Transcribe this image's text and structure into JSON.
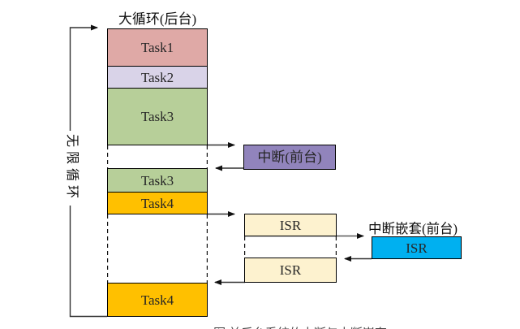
{
  "diagram": {
    "title": "大循环(后台)",
    "loop_label": "无限循环",
    "background_tasks": [
      {
        "label": "Task1",
        "color": "#dfa9a6"
      },
      {
        "label": "Task2",
        "color": "#d9d3e8"
      },
      {
        "label": "Task3",
        "color": "#b7cf99"
      },
      {
        "label": "Task3",
        "color": "#b7cf99"
      },
      {
        "label": "Task4",
        "color": "#ffc000"
      },
      {
        "label": "Task4",
        "color": "#ffc000"
      }
    ],
    "interrupt": {
      "label": "中断(前台)",
      "color": "#9184bc"
    },
    "isr_first": {
      "label": "ISR",
      "color": "#fdf2cf"
    },
    "isr_second": {
      "label": "ISR",
      "color": "#fdf2cf"
    },
    "nested": {
      "title": "中断嵌套(前台)",
      "label": "ISR",
      "color": "#00b0f0"
    },
    "caption_fragment": "图  前后台系统的中断与中断嵌套"
  },
  "colors": {
    "border": "#000000",
    "arrow_line": "#303030",
    "nested_call_line": "#595959"
  }
}
